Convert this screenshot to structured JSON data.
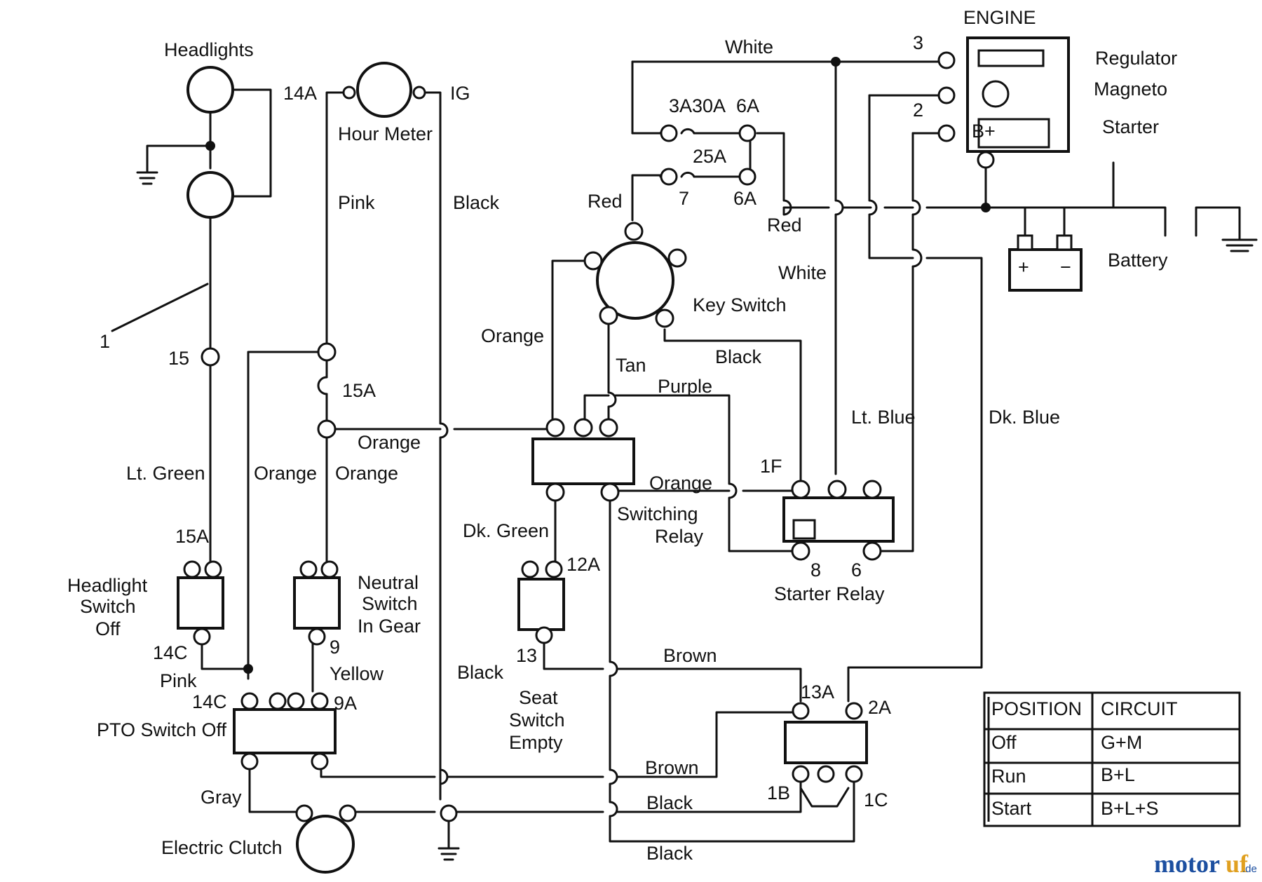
{
  "components": {
    "engine": "ENGINE",
    "regulator": "Regulator",
    "magneto": "Magneto",
    "starter": "Starter",
    "b_plus": "B+",
    "battery": "Battery",
    "battery_plus": "+",
    "battery_minus": "−",
    "headlights": "Headlights",
    "hour_meter": "Hour Meter",
    "key_switch": "Key Switch",
    "switching_relay": [
      "Switching",
      "Relay"
    ],
    "starter_relay": "Starter Relay",
    "headlight_switch": [
      "Headlight",
      "Switch",
      "Off"
    ],
    "neutral_switch": [
      "Neutral",
      "Switch",
      "In Gear"
    ],
    "seat_switch": [
      "Seat",
      "Switch",
      "Empty"
    ],
    "pto_switch": "PTO Switch Off",
    "electric_clutch": "Electric Clutch"
  },
  "terminals": {
    "t14a": "14A",
    "tig": "IG",
    "t3": "3",
    "t2": "2",
    "t3a30a": "3A30A",
    "t6a_top": "6A",
    "t25a": "25A",
    "t7": "7",
    "t6a_bot": "6A",
    "t15": "15",
    "t15a_fuse": "15A",
    "t15a": "15A",
    "t14c_a": "14C",
    "t14c_b": "14C",
    "t9": "9",
    "t9a": "9A",
    "t1f": "1F",
    "t8": "8",
    "t6": "6",
    "t12a": "12A",
    "t13": "13",
    "t13a": "13A",
    "t2a": "2A",
    "t1b": "1B",
    "t1c": "1C",
    "callout_1": "1"
  },
  "wires": {
    "white_top": "White",
    "white_mid": "White",
    "red_a": "Red",
    "red_b": "Red",
    "pink_a": "Pink",
    "pink_b": "Pink",
    "black_a": "Black",
    "black_b": "Black",
    "black_c": "Black",
    "black_d": "Black",
    "black_e": "Black",
    "orange_a": "Orange",
    "orange_b": "Orange",
    "orange_c": "Orange",
    "orange_d": "Orange",
    "orange_e": "Orange",
    "tan": "Tan",
    "purple": "Purple",
    "lt_blue": "Lt. Blue",
    "dk_blue": "Dk. Blue",
    "lt_green": "Lt. Green",
    "dk_green": "Dk. Green",
    "yellow": "Yellow",
    "brown_a": "Brown",
    "brown_b": "Brown",
    "gray": "Gray"
  },
  "table": {
    "headers": [
      "POSITION",
      "CIRCUIT"
    ],
    "rows": [
      [
        "Off",
        "G+M"
      ],
      [
        "Run",
        "B+L"
      ],
      [
        "Start",
        "B+L+S"
      ]
    ]
  },
  "watermark": {
    "part1": "motor",
    "part2": "uf",
    "part3": ".de"
  },
  "colors": {
    "ink": "#111111",
    "watermark_blue": "#1c4fa0",
    "watermark_orange": "#e0a020"
  }
}
